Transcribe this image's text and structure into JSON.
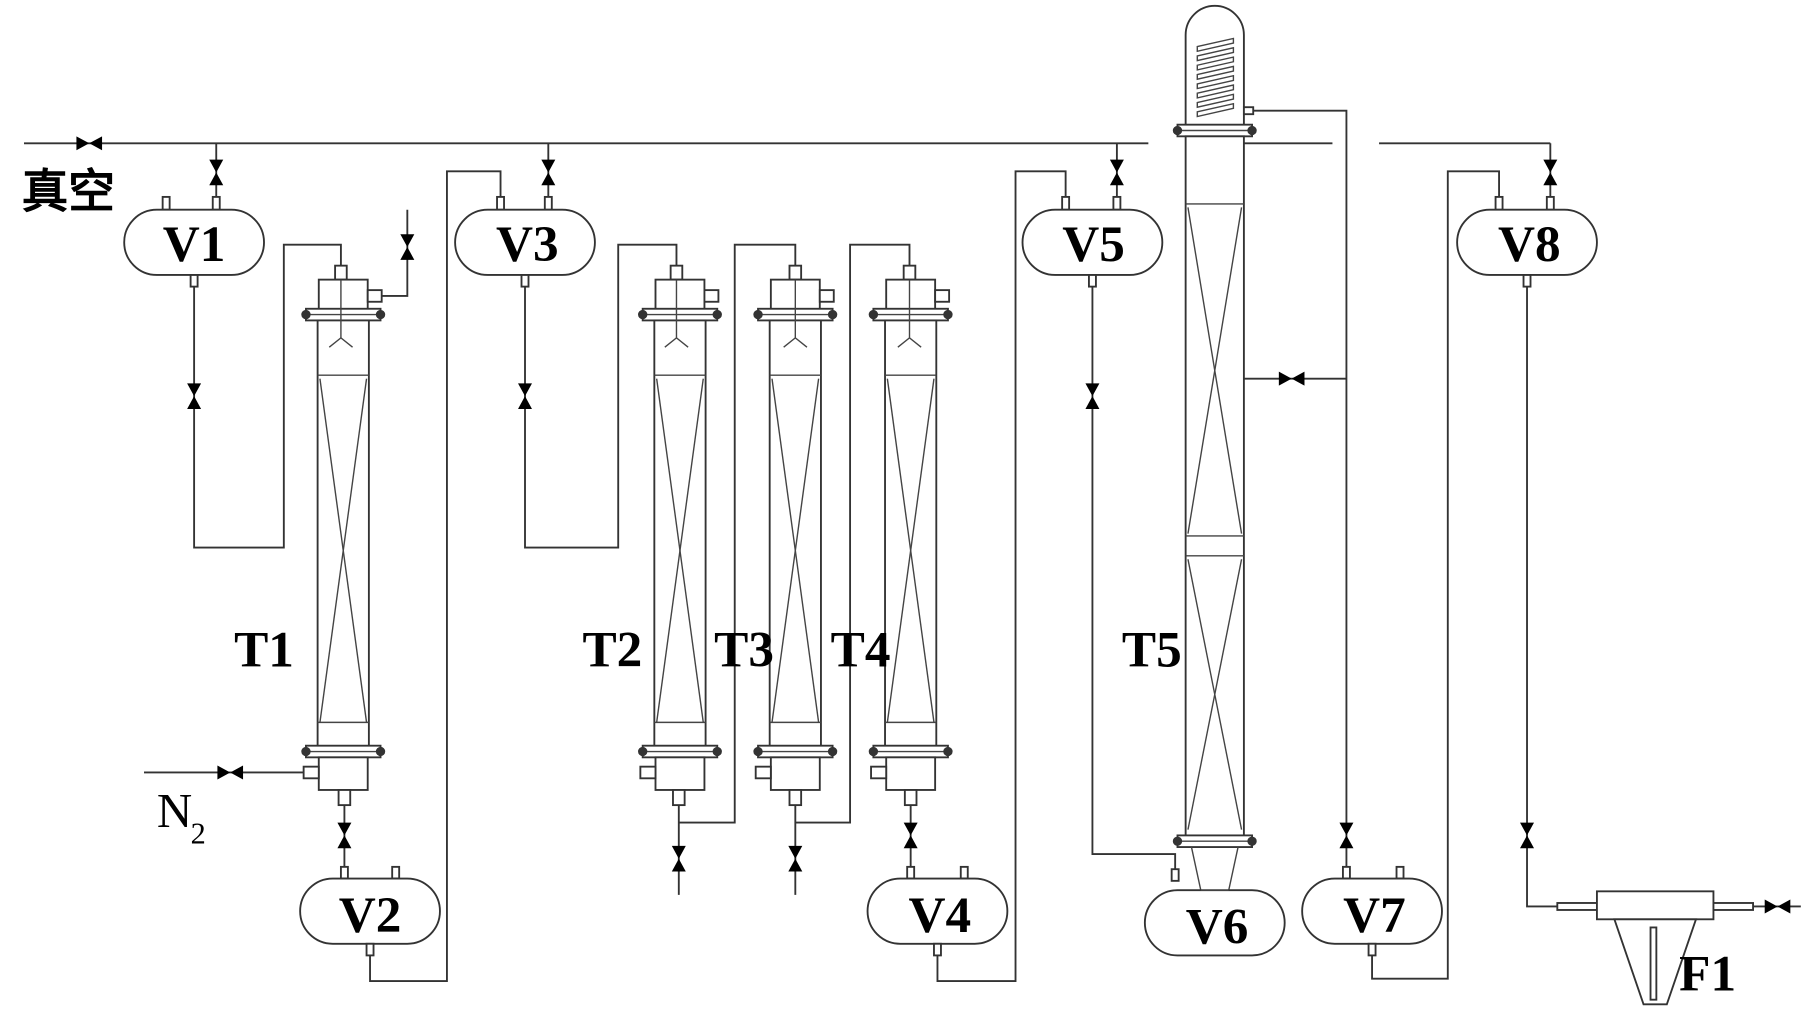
{
  "diagram": {
    "type": "process-flow-diagram",
    "labels": {
      "vacuum": "真空",
      "nitrogen_main": "N",
      "nitrogen_sub": "2"
    },
    "vessels": [
      {
        "id": "V1",
        "label": "V1"
      },
      {
        "id": "V2",
        "label": "V2"
      },
      {
        "id": "V3",
        "label": "V3"
      },
      {
        "id": "V4",
        "label": "V4"
      },
      {
        "id": "V5",
        "label": "V5"
      },
      {
        "id": "V6",
        "label": "V6"
      },
      {
        "id": "V7",
        "label": "V7"
      },
      {
        "id": "V8",
        "label": "V8"
      }
    ],
    "columns": [
      {
        "id": "T1",
        "label": "T1"
      },
      {
        "id": "T2",
        "label": "T2"
      },
      {
        "id": "T3",
        "label": "T3"
      },
      {
        "id": "T4",
        "label": "T4"
      },
      {
        "id": "T5",
        "label": "T5"
      }
    ],
    "filter": {
      "id": "F1",
      "label": "F1"
    },
    "connections": [
      "vacuum -> V1, V3, V5, V8 (valved)",
      "V1 -> T1 top",
      "T1 bottom -> V2",
      "N2 -> T1 bottom",
      "V2 -> V3",
      "V3 -> T2 top",
      "T2 bottom -> T3 top",
      "T3 bottom -> T4 top",
      "T4 bottom -> V4",
      "V4 -> V5",
      "V5 -> V6",
      "V6 -> T5 bottom",
      "T5 top condenser -> V7",
      "T5 side draw -> V7 line (valved)",
      "V7 -> V8",
      "V8 -> F1",
      "F1 -> outlet (valved)"
    ]
  }
}
